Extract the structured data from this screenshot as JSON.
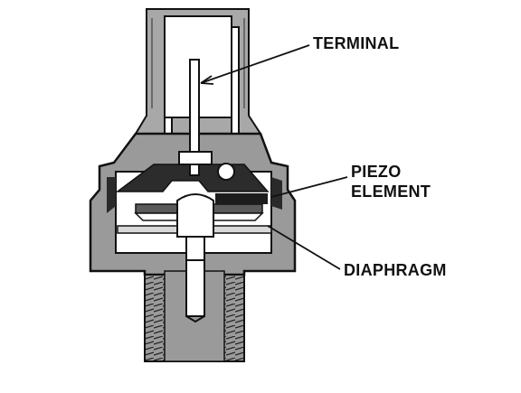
{
  "labels": {
    "terminal": "TERMINAL",
    "piezo_line1": "PIEZO",
    "piezo_line2": "ELEMENT",
    "diaphragm": "DIAPHRAGM"
  },
  "colors": {
    "ink": "#111111",
    "housing_gray": "#9a9a9a",
    "dark_gray": "#5a5a5a",
    "background": "#ffffff"
  }
}
